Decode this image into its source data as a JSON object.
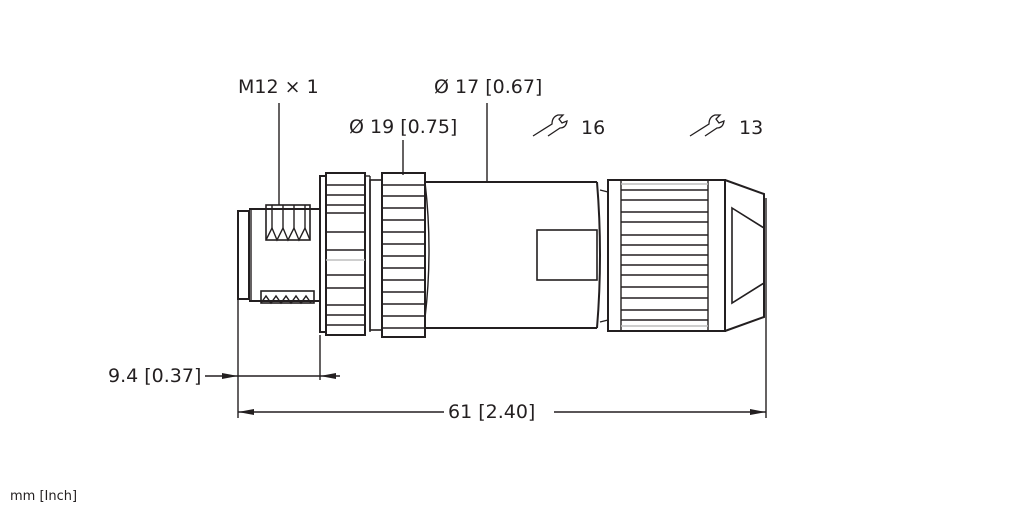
{
  "drawing": {
    "thread_label": "M12 × 1",
    "diameter_17": "Ø 17 [0.67]",
    "diameter_19": "Ø 19 [0.75]",
    "wrench_16": "16",
    "wrench_13": "13",
    "dim_short": "9.4 [0.37]",
    "dim_total": "61 [2.40]",
    "units": "mm [Inch]"
  },
  "colors": {
    "line": "#231f20",
    "hatch_light": "#bdbdbd"
  }
}
